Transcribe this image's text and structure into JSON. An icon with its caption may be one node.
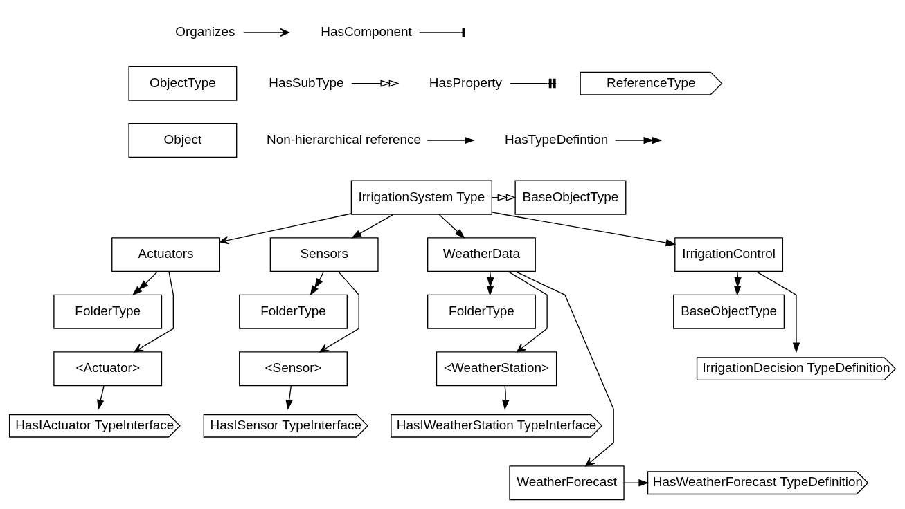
{
  "diagram": {
    "nodes": [
      {
        "text": [
          "ObjectType"
        ]
      },
      {
        "text": [
          "ReferenceType"
        ]
      },
      {
        "text": [
          "Object"
        ]
      },
      {
        "text": [
          "IrrigationSystem Type"
        ]
      },
      {
        "text": [
          "BaseObjectType"
        ]
      },
      {
        "text": [
          "Actuators"
        ]
      },
      {
        "text": [
          "FolderType"
        ]
      },
      {
        "text": [
          "<Actuator>"
        ]
      },
      {
        "text": [
          "HasIActuator TypeInterface"
        ]
      },
      {
        "text": [
          "Sensors"
        ]
      },
      {
        "text": [
          "FolderType"
        ]
      },
      {
        "text": [
          "<Sensor>"
        ]
      },
      {
        "text": [
          "HasISensor TypeInterface"
        ]
      },
      {
        "text": [
          "WeatherData"
        ]
      },
      {
        "text": [
          "FolderType"
        ]
      },
      {
        "text": [
          "<WeatherStation>"
        ]
      },
      {
        "text": [
          "HasIWeatherStation TypeInterface"
        ]
      },
      {
        "text": [
          "WeatherForecast"
        ]
      },
      {
        "text": [
          "HasWeatherForecast TypeDefinition"
        ]
      },
      {
        "text": [
          "IrrigationControl"
        ]
      },
      {
        "text": [
          "BaseObjectType"
        ]
      },
      {
        "text": [
          "IrrigationDecision TypeDefinition"
        ]
      }
    ],
    "edges": [
      {
        "from": 3,
        "to": 4,
        "arrow": "to"
      },
      {
        "from": 3,
        "to": 5,
        "arrow": "to"
      },
      {
        "from": 3,
        "to": 9,
        "arrow": "to"
      },
      {
        "from": 3,
        "to": 13,
        "arrow": "to"
      },
      {
        "from": 3,
        "to": 19,
        "arrow": "to"
      },
      {
        "from": 5,
        "to": 6,
        "arrow": "to"
      },
      {
        "from": 5,
        "to": 7,
        "arrow": "to"
      },
      {
        "from": 7,
        "to": 8,
        "arrow": "to"
      },
      {
        "from": 9,
        "to": 10,
        "arrow": "to"
      },
      {
        "from": 9,
        "to": 11,
        "arrow": "to"
      },
      {
        "from": 11,
        "to": 12,
        "arrow": "to"
      },
      {
        "from": 13,
        "to": 14,
        "arrow": "to"
      },
      {
        "from": 13,
        "to": 15,
        "arrow": "to"
      },
      {
        "from": 15,
        "to": 16,
        "arrow": "to"
      },
      {
        "from": 13,
        "to": 17,
        "arrow": "to"
      },
      {
        "from": 17,
        "to": 18,
        "arrow": "to"
      },
      {
        "from": 19,
        "to": 20,
        "arrow": "to"
      },
      {
        "from": 19,
        "to": 21,
        "arrow": "to"
      }
    ],
    "legend": [
      {
        "text": "HasComponent"
      },
      {
        "text": "Organizes"
      },
      {
        "text": "HasProperty"
      },
      {
        "text": "HasSubType"
      },
      {
        "text": "HasTypeDefintion"
      },
      {
        "text": "Non-hierarchical reference"
      }
    ]
  }
}
